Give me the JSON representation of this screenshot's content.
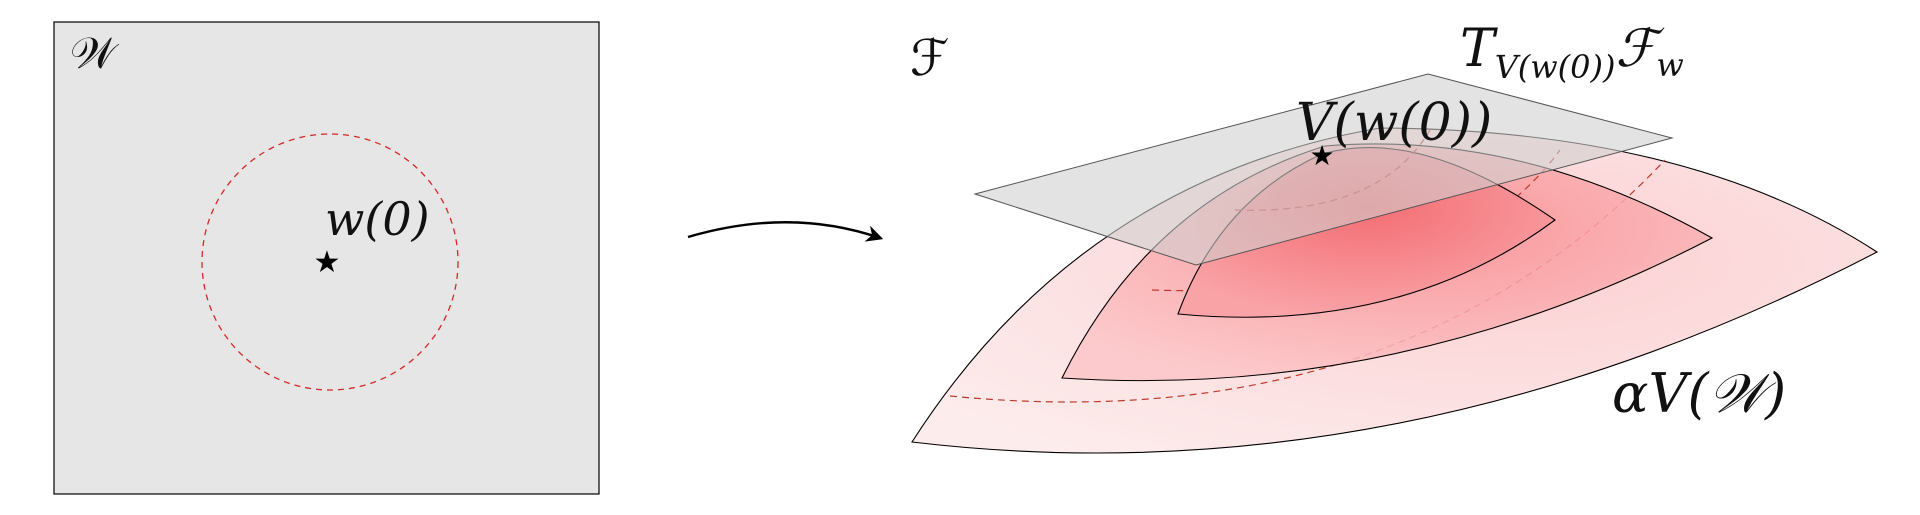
{
  "left_panel": {
    "space_label": "𝒲",
    "point_label": "w(0)"
  },
  "right_panel": {
    "manifold_label": "ℱ",
    "point_label": "V(w(0))",
    "tangent_label": {
      "main": "T",
      "subscript": "V(w(0))",
      "suffix": "ℱ",
      "suffix_subscript": "w"
    },
    "image_label": "αV(𝒲)"
  },
  "colors": {
    "panel_fill": "#e6e6e6",
    "dashed_circle": "#d62728",
    "star": "#000000",
    "surface_light": "#fde3e3",
    "surface_mid": "#fbb9bc",
    "surface_dark": "#f57d82",
    "tangent_plane": "#d9d9d9"
  },
  "icons": {
    "point_marker": "star-icon",
    "mapping_arrow": "arrow-right-icon"
  }
}
